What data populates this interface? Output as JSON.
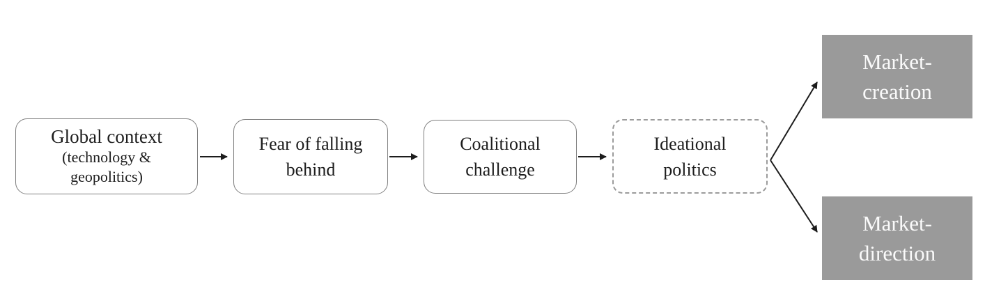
{
  "diagram": {
    "nodes": [
      {
        "id": "global-context",
        "shape": "rounded-solid",
        "lines": [
          "Global context",
          "(technology &",
          "geopolitics)"
        ]
      },
      {
        "id": "fear-of-falling-behind",
        "shape": "rounded-solid",
        "lines": [
          "Fear of falling",
          "behind"
        ]
      },
      {
        "id": "coalitional-challenge",
        "shape": "rounded-solid",
        "lines": [
          "Coalitional",
          "challenge"
        ]
      },
      {
        "id": "ideational-politics",
        "shape": "rounded-dashed",
        "lines": [
          "Ideational",
          "politics"
        ]
      },
      {
        "id": "market-creation",
        "shape": "filled-rect",
        "lines": [
          "Market-",
          "creation"
        ]
      },
      {
        "id": "market-direction",
        "shape": "filled-rect",
        "lines": [
          "Market-",
          "direction"
        ]
      }
    ],
    "edges": [
      {
        "from": "global-context",
        "to": "fear-of-falling-behind"
      },
      {
        "from": "fear-of-falling-behind",
        "to": "coalitional-challenge"
      },
      {
        "from": "coalitional-challenge",
        "to": "ideational-politics"
      },
      {
        "from": "ideational-politics",
        "to": "market-creation"
      },
      {
        "from": "ideational-politics",
        "to": "market-direction"
      }
    ],
    "colors": {
      "background": "#ffffff",
      "box_border": "#7e7e7e",
      "dashed_border": "#9b9b9b",
      "arrow": "#1c1c1c",
      "filled_box_bg": "#9a9a9a",
      "filled_box_text": "#fafafa",
      "text": "#1c1c1c"
    }
  }
}
